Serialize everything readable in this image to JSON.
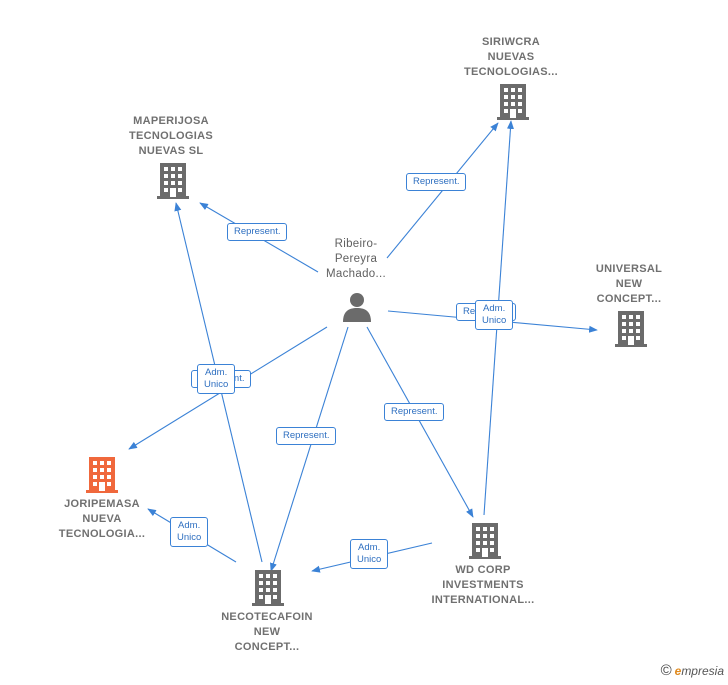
{
  "nodes": {
    "siriwcra": {
      "lines": [
        "SIRIWCRA",
        "NUEVAS",
        "TECNOLOGIAS..."
      ],
      "type": "company"
    },
    "maperijosa": {
      "lines": [
        "MAPERIJOSA",
        "TECNOLOGIAS",
        "NUEVAS  SL"
      ],
      "type": "company"
    },
    "person": {
      "lines": [
        "Ribeiro-",
        "Pereyra",
        "Machado..."
      ],
      "type": "person"
    },
    "universal": {
      "lines": [
        "UNIVERSAL",
        "NEW",
        "CONCEPT..."
      ],
      "type": "company"
    },
    "joripemasa": {
      "lines": [
        "JORIPEMASA",
        "NUEVA",
        "TECNOLOGIA..."
      ],
      "type": "company-focus"
    },
    "wdcorp": {
      "lines": [
        "WD CORP",
        "INVESTMENTS",
        "INTERNATIONAL..."
      ],
      "type": "company"
    },
    "necotecafoin": {
      "lines": [
        "NECOTECAFOIN",
        "NEW",
        "CONCEPT..."
      ],
      "type": "company"
    }
  },
  "edge_labels": {
    "represent": "Represent.",
    "adm_line1": "Adm.",
    "adm_line2": "Unico"
  },
  "colors": {
    "edge": "#3b82d6",
    "company_icon": "#6b6b6b",
    "focus_icon": "#f0683c",
    "person_icon": "#6b6b6b"
  },
  "watermark": {
    "copyright": "©",
    "brand_initial": "e",
    "brand_rest": "mpresia"
  }
}
